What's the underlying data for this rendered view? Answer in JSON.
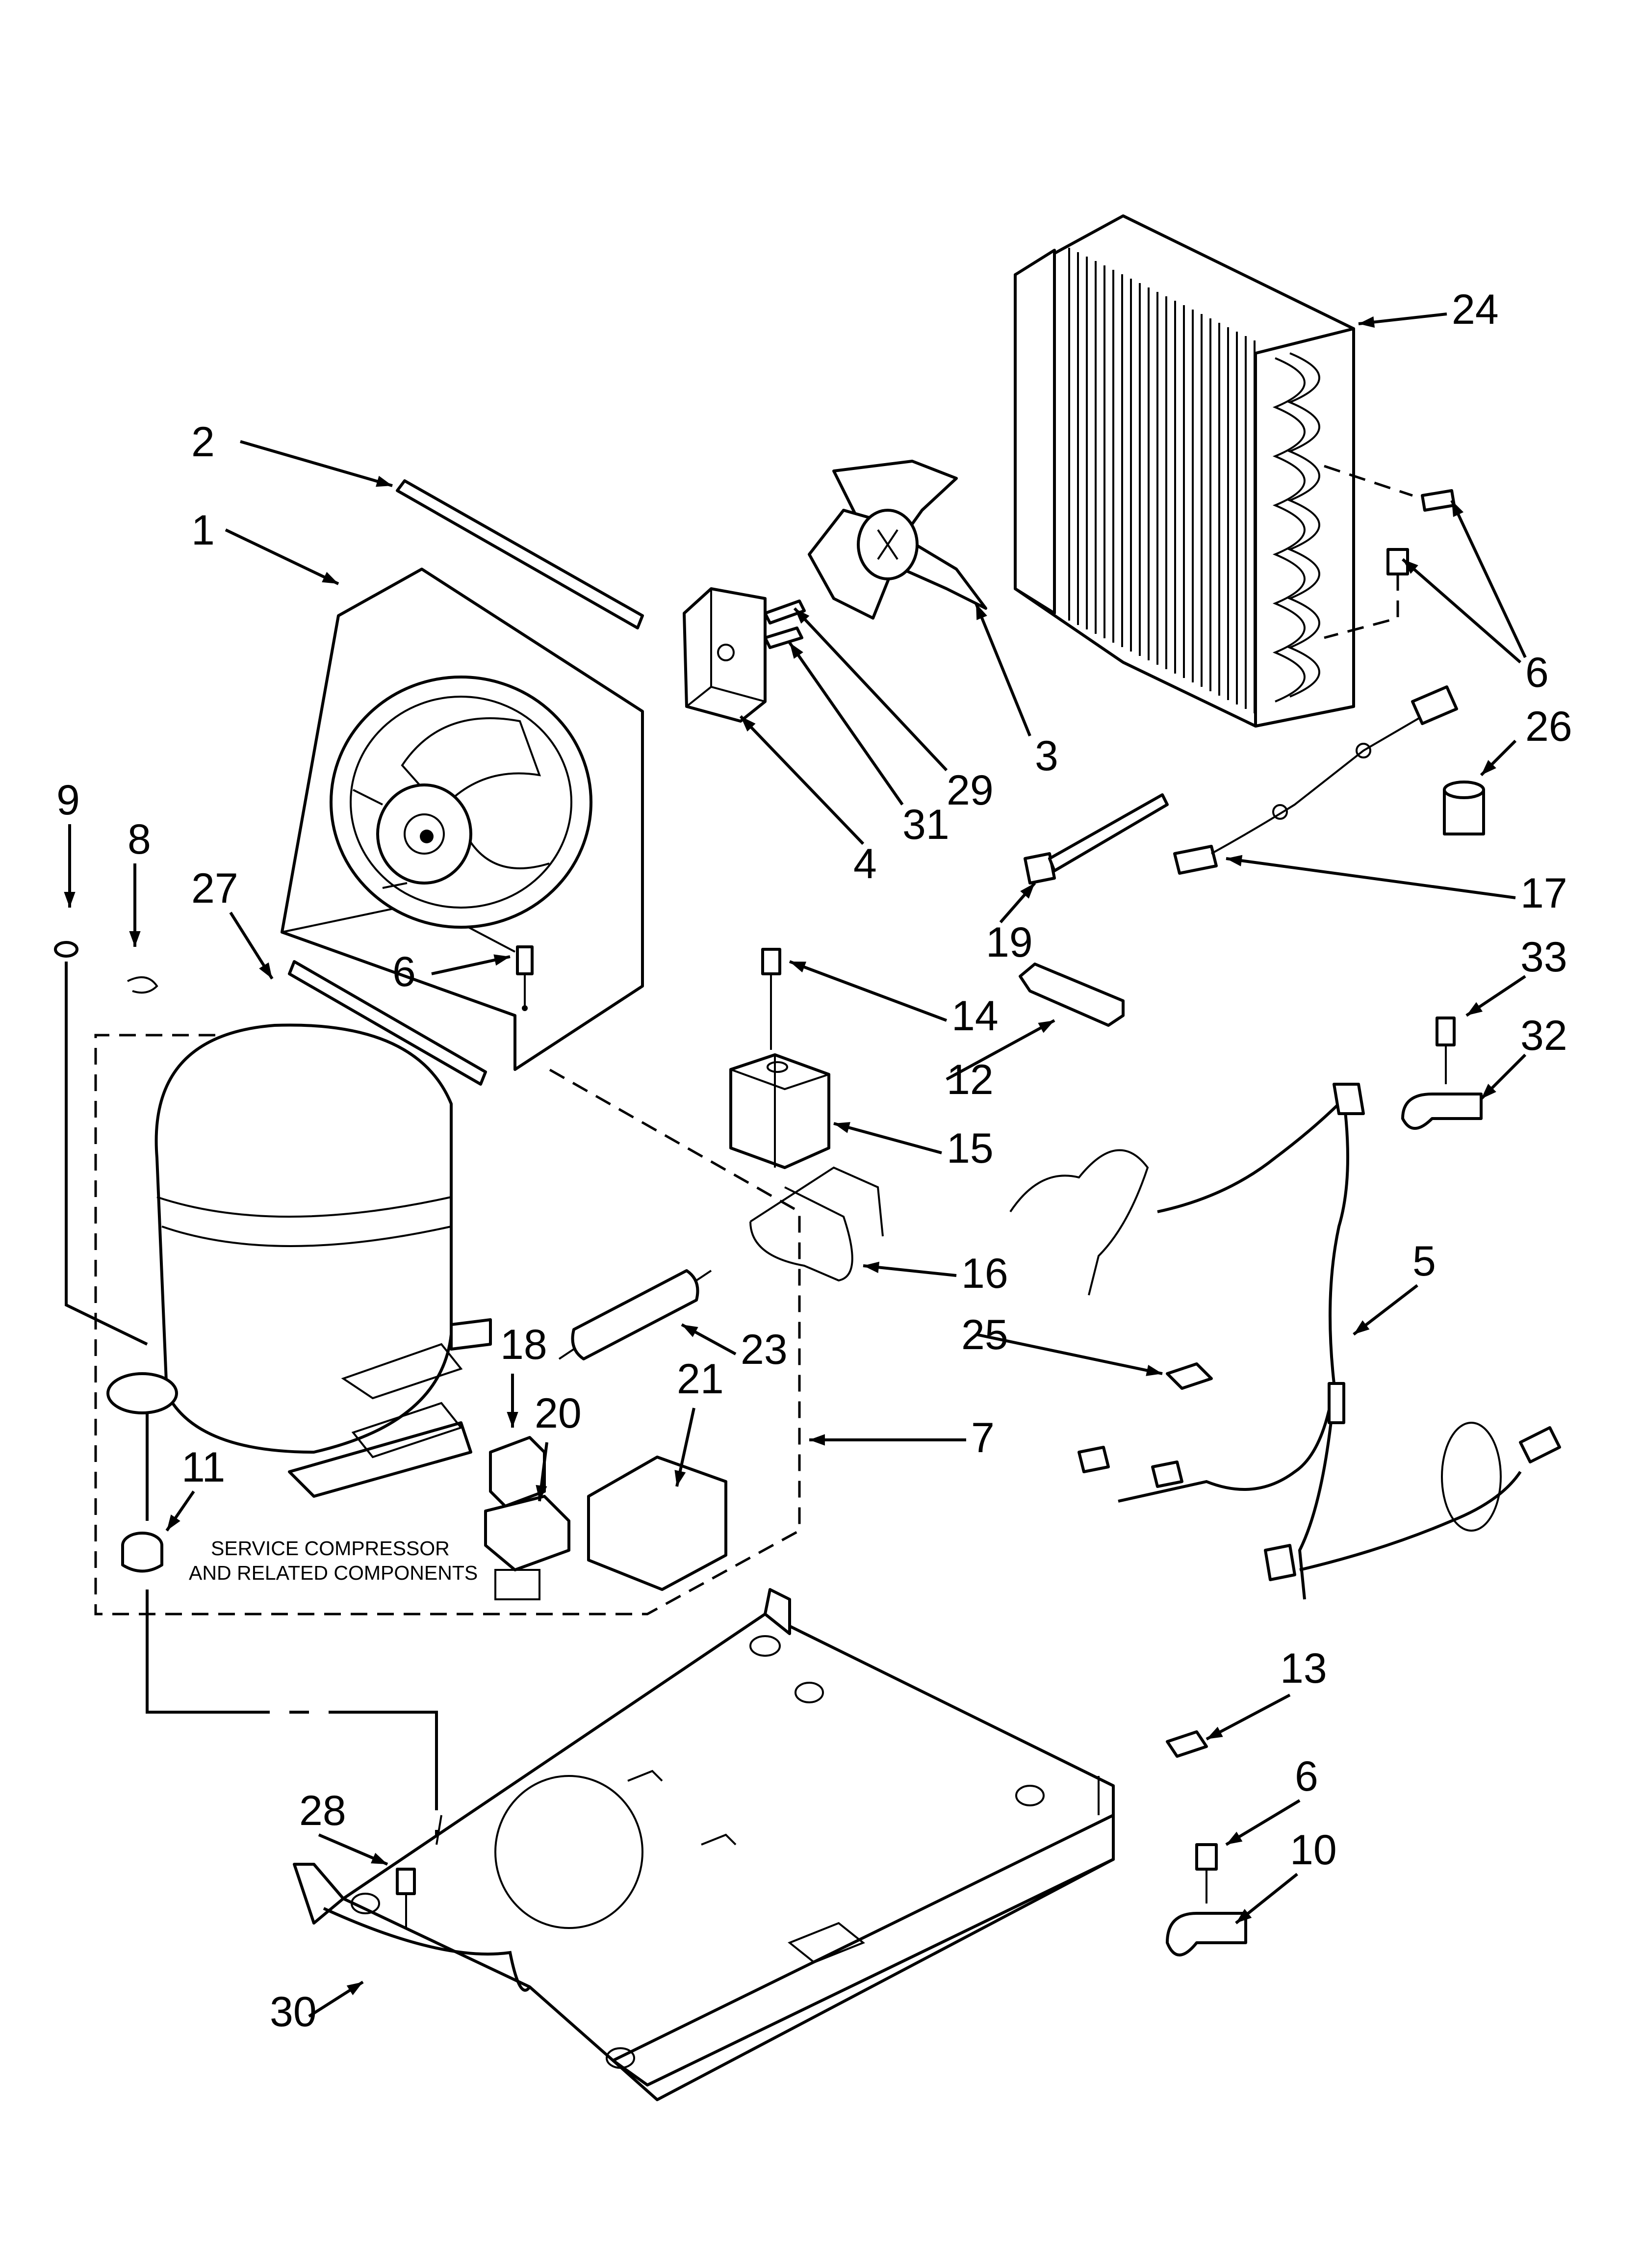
{
  "callouts": {
    "c1": "1",
    "c2": "2",
    "c3": "3",
    "c4": "4",
    "c5": "5",
    "c6a": "6",
    "c6b": "6",
    "c6c": "6",
    "c7": "7",
    "c8": "8",
    "c9": "9",
    "c10": "10",
    "c11": "11",
    "c12": "12",
    "c13": "13",
    "c14": "14",
    "c15": "15",
    "c16": "16",
    "c17": "17",
    "c18": "18",
    "c19": "19",
    "c20": "20",
    "c21": "21",
    "c23": "23",
    "c24": "24",
    "c25": "25",
    "c26": "26",
    "c27": "27",
    "c28": "28",
    "c29": "29",
    "c30": "30",
    "c31": "31",
    "c32": "32",
    "c33": "33"
  },
  "service_note": {
    "line1": "SERVICE COMPRESSOR",
    "line2": "AND RELATED COMPONENTS"
  }
}
